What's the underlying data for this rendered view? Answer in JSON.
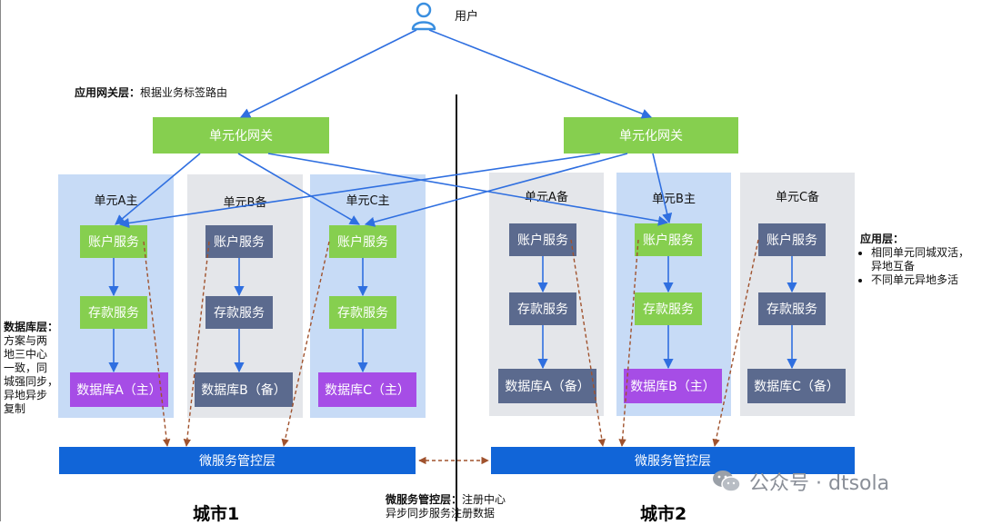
{
  "user": {
    "label": "用户",
    "icon": "user-icon"
  },
  "gateway_note": {
    "title": "应用网关层：",
    "text": "根据业务标签路由"
  },
  "gateways": [
    "单元化网关",
    "单元化网关"
  ],
  "units": [
    {
      "label": "单元A主",
      "role": "main",
      "service1": "账户服务",
      "service2": "存款服务",
      "db": "数据库A（主）"
    },
    {
      "label": "单元B备",
      "role": "backup",
      "service1": "账户服务",
      "service2": "存款服务",
      "db": "数据库B（备）"
    },
    {
      "label": "单元C主",
      "role": "main",
      "service1": "账户服务",
      "service2": "存款服务",
      "db": "数据库C（主）"
    },
    {
      "label": "单元A备",
      "role": "backup",
      "service1": "账户服务",
      "service2": "存款服务",
      "db": "数据库A（备）"
    },
    {
      "label": "单元B主",
      "role": "main",
      "service1": "账户服务",
      "service2": "存款服务",
      "db": "数据库B（主）"
    },
    {
      "label": "单元C备",
      "role": "backup",
      "service1": "账户服务",
      "service2": "存款服务",
      "db": "数据库C（备）"
    }
  ],
  "control_layers": [
    "微服务管控层",
    "微服务管控层"
  ],
  "db_note": {
    "title": "数据库层：",
    "lines": [
      "方案与两",
      "地三中心",
      "一致，同",
      "城强同步，",
      "异地异步",
      "复制"
    ]
  },
  "app_note": {
    "title": "应用层：",
    "items": [
      "相同单元同城双活，异地互备",
      "不同单元异地多活"
    ]
  },
  "ms_note": {
    "title": "微服务管控层：",
    "line1": "注册中心",
    "line2": "异步同步服务注册数据"
  },
  "cities": [
    "城市1",
    "城市2"
  ],
  "watermark": {
    "text": "公众号 · dtsola",
    "icon": "wechat-icon"
  },
  "colors": {
    "gateway": "#86cf4f",
    "active_service": "#86cf4f",
    "standby_service": "#5b6a8e",
    "primary_db": "#a64de6",
    "control_layer": "#1165d8",
    "main_unit_bg": "#c7dbf6",
    "backup_unit_bg": "#e4e6ea",
    "route_arrow": "#2f6fe0",
    "sync_arrow": "#a0522d"
  }
}
